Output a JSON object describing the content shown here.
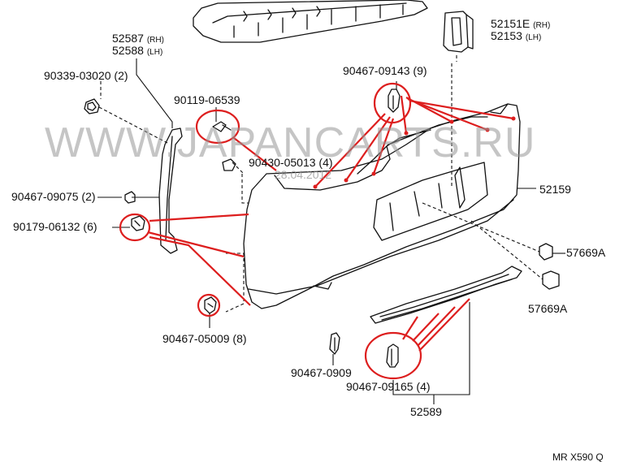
{
  "watermark": {
    "site": "WWW.JAPANCARTS.RU",
    "date": "28.04.2012"
  },
  "colors": {
    "callout": "#dd1e1e",
    "line": "#111111",
    "watermark": "#9a9a9a"
  },
  "parts": [
    {
      "id": "p52587",
      "number": "52587",
      "side": "(RH)"
    },
    {
      "id": "p52588",
      "number": "52588",
      "side": "(LH)"
    },
    {
      "id": "p90339",
      "number": "90339-03020",
      "qty": "(2)"
    },
    {
      "id": "p90119",
      "number": "90119-06539"
    },
    {
      "id": "p90467_09143",
      "number": "90467-09143",
      "qty": "(9)"
    },
    {
      "id": "p52151",
      "number": "52151E",
      "side": "(RH)"
    },
    {
      "id": "p52153",
      "number": "52153",
      "side": "(LH)"
    },
    {
      "id": "p90430",
      "number": "90430-05013",
      "qty": "(4)"
    },
    {
      "id": "p90467_09075",
      "number": "90467-09075",
      "qty": "(2)"
    },
    {
      "id": "p90179",
      "number": "90179-06132",
      "qty": "(6)"
    },
    {
      "id": "p52159",
      "number": "52159"
    },
    {
      "id": "p57669a_1",
      "number": "57669A"
    },
    {
      "id": "p57669a_2",
      "number": "57669A"
    },
    {
      "id": "p90467_05009",
      "number": "90467-05009",
      "qty": "(8)"
    },
    {
      "id": "p90467_0909",
      "number": "90467-0909"
    },
    {
      "id": "p90467_09165",
      "number": "90467-09165",
      "qty": "(4)"
    },
    {
      "id": "p52589",
      "number": "52589"
    }
  ],
  "footer_code": "MR  X590 Q"
}
